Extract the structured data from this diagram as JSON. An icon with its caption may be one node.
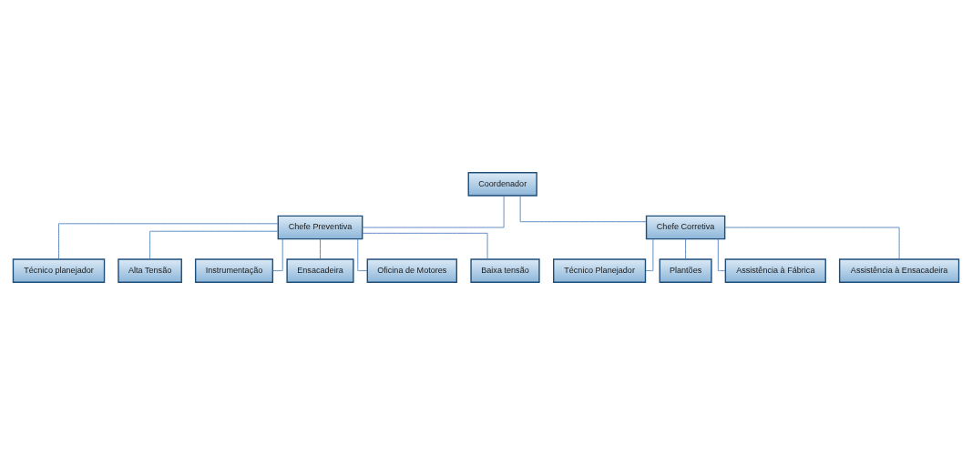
{
  "diagram": {
    "nodes": [
      {
        "text": [
          "Coordenador"
        ]
      },
      {
        "text": [
          "Chefe Preventiva"
        ]
      },
      {
        "text": [
          "Chefe Corretiva"
        ]
      },
      {
        "text": [
          "Técnico planejador"
        ]
      },
      {
        "text": [
          "Alta Tensão"
        ]
      },
      {
        "text": [
          "Instrumentação"
        ]
      },
      {
        "text": [
          "Ensacadeira"
        ]
      },
      {
        "text": [
          "Oficina de Motores"
        ]
      },
      {
        "text": [
          "Baixa tensão"
        ]
      },
      {
        "text": [
          "Técnico Planejador"
        ]
      },
      {
        "text": [
          "Plantões"
        ]
      },
      {
        "text": [
          "Assistência à Fábrica"
        ]
      },
      {
        "text": [
          "Assistência à Ensacadeira"
        ]
      }
    ],
    "edges": [
      {
        "from": 0,
        "to": 1,
        "arrow": "none"
      },
      {
        "from": 0,
        "to": 2,
        "arrow": "none"
      },
      {
        "from": 1,
        "to": 3,
        "arrow": "none"
      },
      {
        "from": 1,
        "to": 4,
        "arrow": "none"
      },
      {
        "from": 1,
        "to": 5,
        "arrow": "none"
      },
      {
        "from": 1,
        "to": 6,
        "arrow": "none"
      },
      {
        "from": 1,
        "to": 7,
        "arrow": "none"
      },
      {
        "from": 1,
        "to": 8,
        "arrow": "none"
      },
      {
        "from": 2,
        "to": 9,
        "arrow": "none"
      },
      {
        "from": 2,
        "to": 10,
        "arrow": "none"
      },
      {
        "from": 2,
        "to": 11,
        "arrow": "none"
      },
      {
        "from": 2,
        "to": 12,
        "arrow": "none"
      }
    ]
  }
}
